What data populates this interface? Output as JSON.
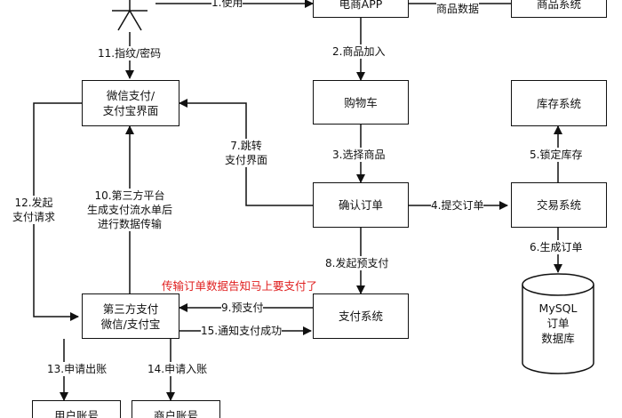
{
  "nodes": {
    "ecommerce_app": "电商APP",
    "product_system": "商品系统",
    "cart": "购物车",
    "confirm_order": "确认订单",
    "payment_ui": [
      "微信支付/",
      "支付宝界面"
    ],
    "inventory_system": "库存系统",
    "trade_system": "交易系统",
    "database": [
      "MySQL",
      "订单",
      "数据库"
    ],
    "third_party": [
      "第三方支付",
      "微信/支付宝"
    ],
    "payment_system": "支付系统",
    "user_account": "用户账号",
    "merchant_account": "商户账号"
  },
  "edges": {
    "e1": "1.使用",
    "product_data": "商品数据",
    "e2": "2.商品加入",
    "e3": "3.选择商品",
    "e4": "4.提交订单",
    "e5": "5.锁定库存",
    "e6": "6.生成订单",
    "e7": [
      "7.跳转",
      "支付界面"
    ],
    "e8": "8.发起预支付",
    "e9": "9.预支付",
    "e10": [
      "10.第三方平台",
      "生成支付流水单后",
      "进行数据传输"
    ],
    "e11": "11.指纹/密码",
    "e12": [
      "12.发起",
      "支付请求"
    ],
    "e13": "13.申请出账",
    "e14": "14.申请入账",
    "e15": "15.通知支付成功"
  },
  "annotation": "传输订单数据告知马上要支付了",
  "colors": {
    "line": "#111111",
    "annotation": "#e02020"
  }
}
